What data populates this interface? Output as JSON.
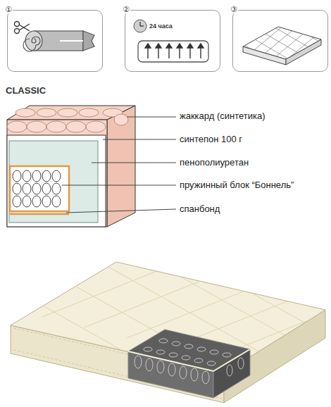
{
  "diagram": {
    "title": "CLASSIC",
    "nodes": [
      {
        "text": [
          "①"
        ]
      },
      {
        "text": [
          "②",
          "24 часа"
        ]
      },
      {
        "text": [
          "③"
        ]
      }
    ],
    "labels": [
      "жаккард (синтетика)",
      "синтепон 100 г",
      "пенополиуретан",
      "пружинный блок “Боннель”",
      "спанбонд"
    ]
  }
}
